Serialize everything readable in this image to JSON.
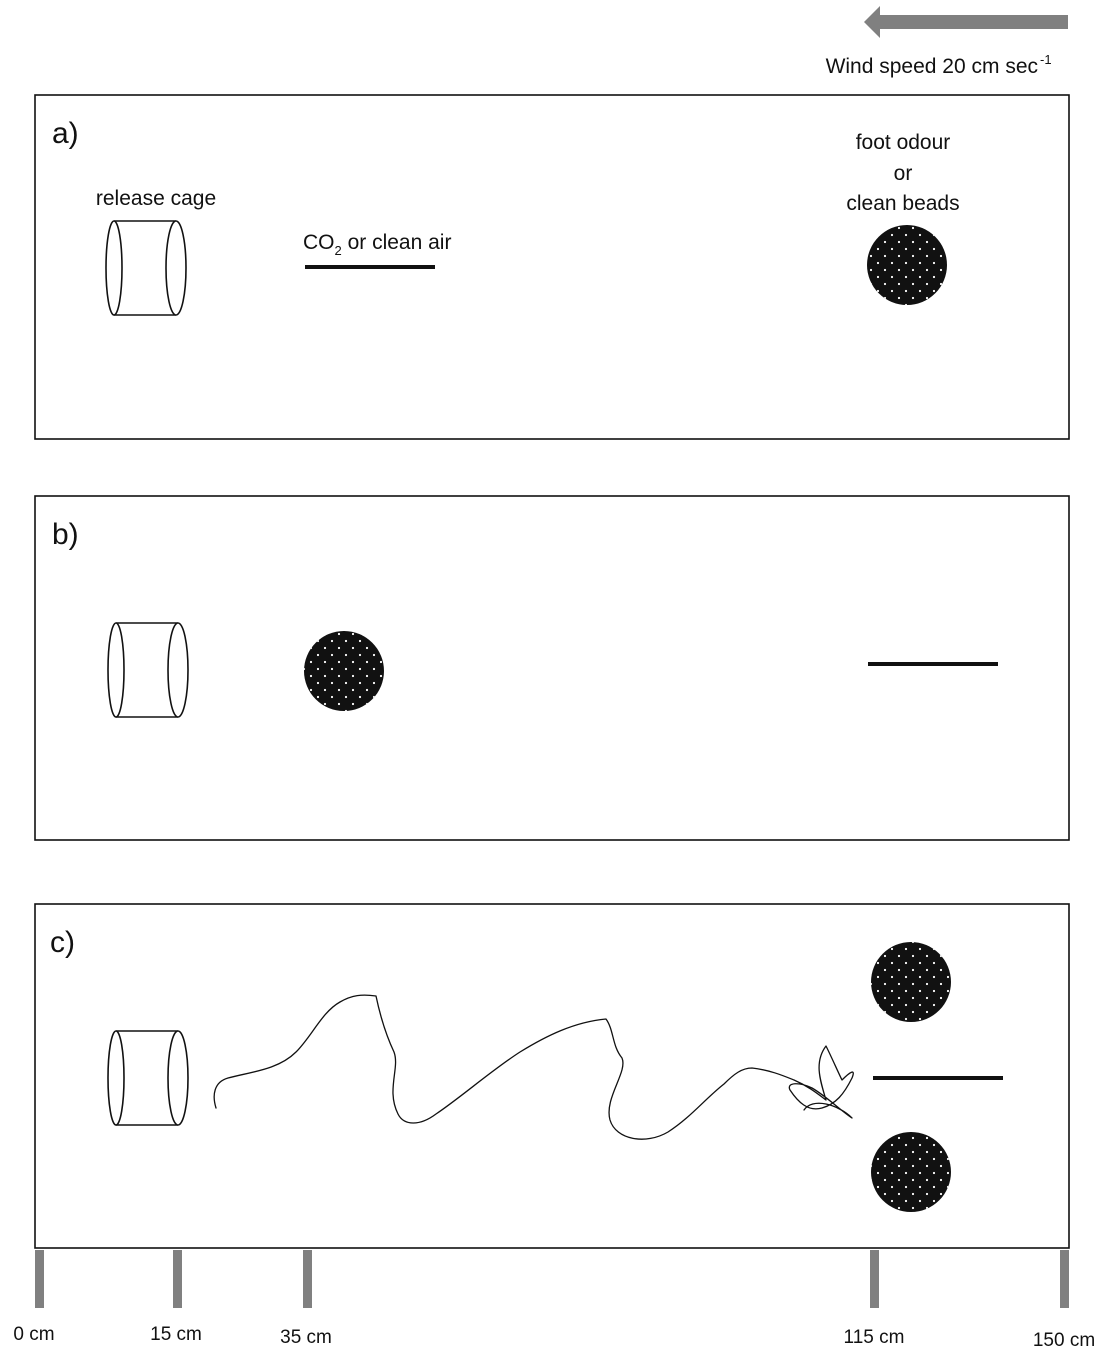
{
  "wind": {
    "label": "Wind speed 20 cm sec",
    "superscript": "-1",
    "arrow_color": "#808080",
    "arrow_icon": "left-arrow-icon"
  },
  "panels": [
    {
      "id": "a",
      "label": "a)",
      "cage_label": "release cage",
      "co2_label_main": "CO",
      "co2_label_sub": "2",
      "co2_label_rest": " or clean air",
      "odour_label_lines": [
        "foot odour",
        "or",
        "clean beads"
      ]
    },
    {
      "id": "b",
      "label": "b)"
    },
    {
      "id": "c",
      "label": "c)"
    }
  ],
  "scale": {
    "tick_color": "#808080",
    "ticks": [
      "0 cm",
      "15 cm",
      "35 cm",
      "115 cm",
      "150 cm"
    ]
  },
  "colors": {
    "ink": "#111111",
    "bead_dot": "#ffffff"
  }
}
